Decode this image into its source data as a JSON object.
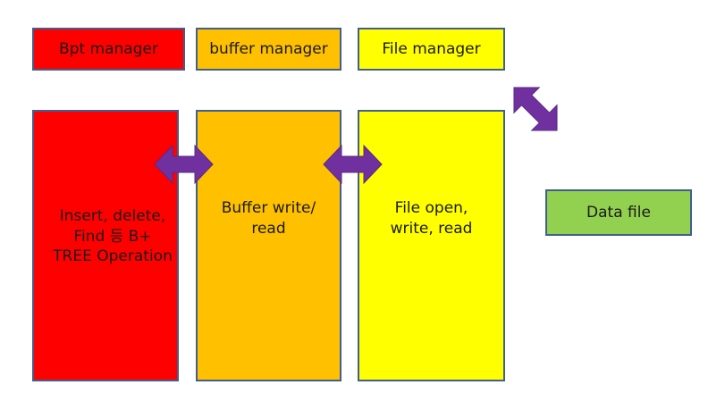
{
  "labels": {
    "bpt_manager": "Bpt manager",
    "buffer_manager": "buffer manager",
    "file_manager": "File manager"
  },
  "boxes": {
    "bpt_text": "Insert, delete,\nFind 등 B+\nTREE Operation",
    "buffer_text": "Buffer write/\nread",
    "file_text": "File open,\nwrite, read",
    "data_file": "Data file"
  },
  "colors": {
    "red": "#ff0000",
    "orange": "#ffc000",
    "yellow": "#ffff00",
    "green": "#92d050",
    "arrow": "#7030a0",
    "border": "#3f5f8f"
  }
}
